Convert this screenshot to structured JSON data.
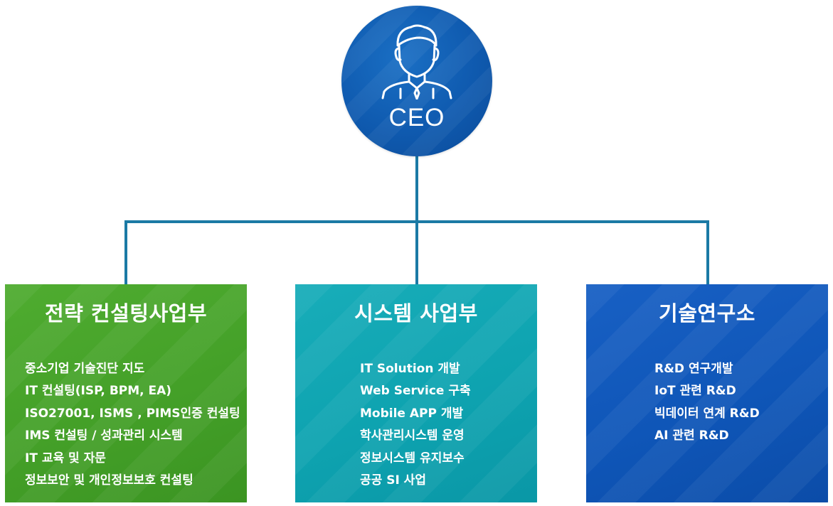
{
  "ceo": {
    "label": "CEO",
    "icon": "person-icon"
  },
  "colors": {
    "connector": "#1b7aa5",
    "ceo": "#0f5aaf",
    "strategy": "#46a22a",
    "system": "#10a5b2",
    "research": "#0f56b8"
  },
  "departments": [
    {
      "title": "전략 컨설팅사업부",
      "items": [
        "중소기업 기술진단 지도",
        "IT 컨설팅(ISP, BPM, EA)",
        "ISO27001, ISMS , PIMS인증 컨설팅",
        "IMS 컨설팅 / 성과관리 시스템",
        "IT 교육 및 자문",
        "정보보안 및 개인정보보호 컨설팅"
      ]
    },
    {
      "title": "시스템 사업부",
      "items": [
        "IT Solution 개발",
        "Web Service 구축",
        "Mobile APP 개발",
        "학사관리시스템 운영",
        "정보시스템 유지보수",
        "공공 SI 사업"
      ]
    },
    {
      "title": "기술연구소",
      "items": [
        "R&D 연구개발",
        "IoT 관련 R&D",
        "빅데이터 연계 R&D",
        "AI 관련 R&D"
      ]
    }
  ]
}
